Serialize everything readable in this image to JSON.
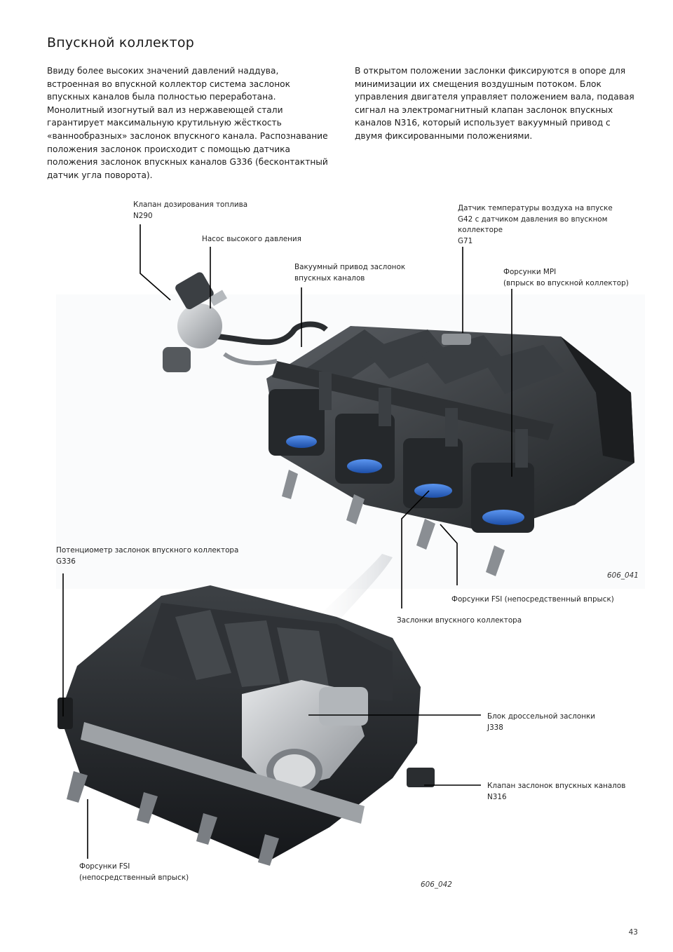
{
  "page": {
    "title": "Впускной коллектор",
    "page_number": "43"
  },
  "text": {
    "left_paragraph": "Ввиду более высоких значений давлений наддува, встроенная во впускной коллектор система заслонок впускных каналов была полностью переработана. Монолитный изогнутый вал из нержавеющей стали гарантирует максимальную крутильную жёсткость «ваннообразных» заслонок впускного канала. Распознавание положения заслонок происходит с помощью датчика положения заслонок впускных каналов G336 (бесконтактный датчик угла поворота).",
    "right_paragraph": "В открытом положении заслонки фиксируются в опоре для минимизации их смещения воздушным потоком. Блок управления двигателя управляет положением вала, подавая сигнал на электромагнитный клапан заслонок впускных каналов N316, который использует вакуумный привод с двумя фиксированными положениями."
  },
  "labels": {
    "fuel_valve": [
      "Клапан дозирования топлива",
      "N290"
    ],
    "hp_pump": [
      "Насос высокого давления"
    ],
    "vacuum_actuator": [
      "Вакуумный привод заслонок",
      "впускных каналов"
    ],
    "temp_sensor": [
      "Датчик температуры воздуха на впуске",
      "G42 с датчиком давления во впускном",
      "коллекторе",
      "G71"
    ],
    "mpi_injectors": [
      "Форсунки MPI",
      "(впрыск во впускной коллектор)"
    ],
    "potentiometer": [
      "Потенциометр заслонок впускного коллектора",
      "G336"
    ],
    "fsi_injectors_top": [
      "Форсунки FSI (непосредственный впрыск)"
    ],
    "manifold_flaps": [
      "Заслонки впускного коллектора"
    ],
    "throttle": [
      "Блок дроссельной заслонки",
      "J338"
    ],
    "flap_valve": [
      "Клапан заслонок впускных каналов",
      "N316"
    ],
    "fsi_injectors_bottom": [
      "Форсунки FSI",
      "(непосредственный впрыск)"
    ]
  },
  "figures": {
    "top_code": "606_041",
    "bottom_code": "606_042"
  },
  "colors": {
    "manifold_dark": "#2b2e31",
    "manifold_mid": "#4a4e52",
    "flap_blue": "#2f6fd6",
    "metal": "#b9bcbf",
    "leader": "#000000"
  }
}
